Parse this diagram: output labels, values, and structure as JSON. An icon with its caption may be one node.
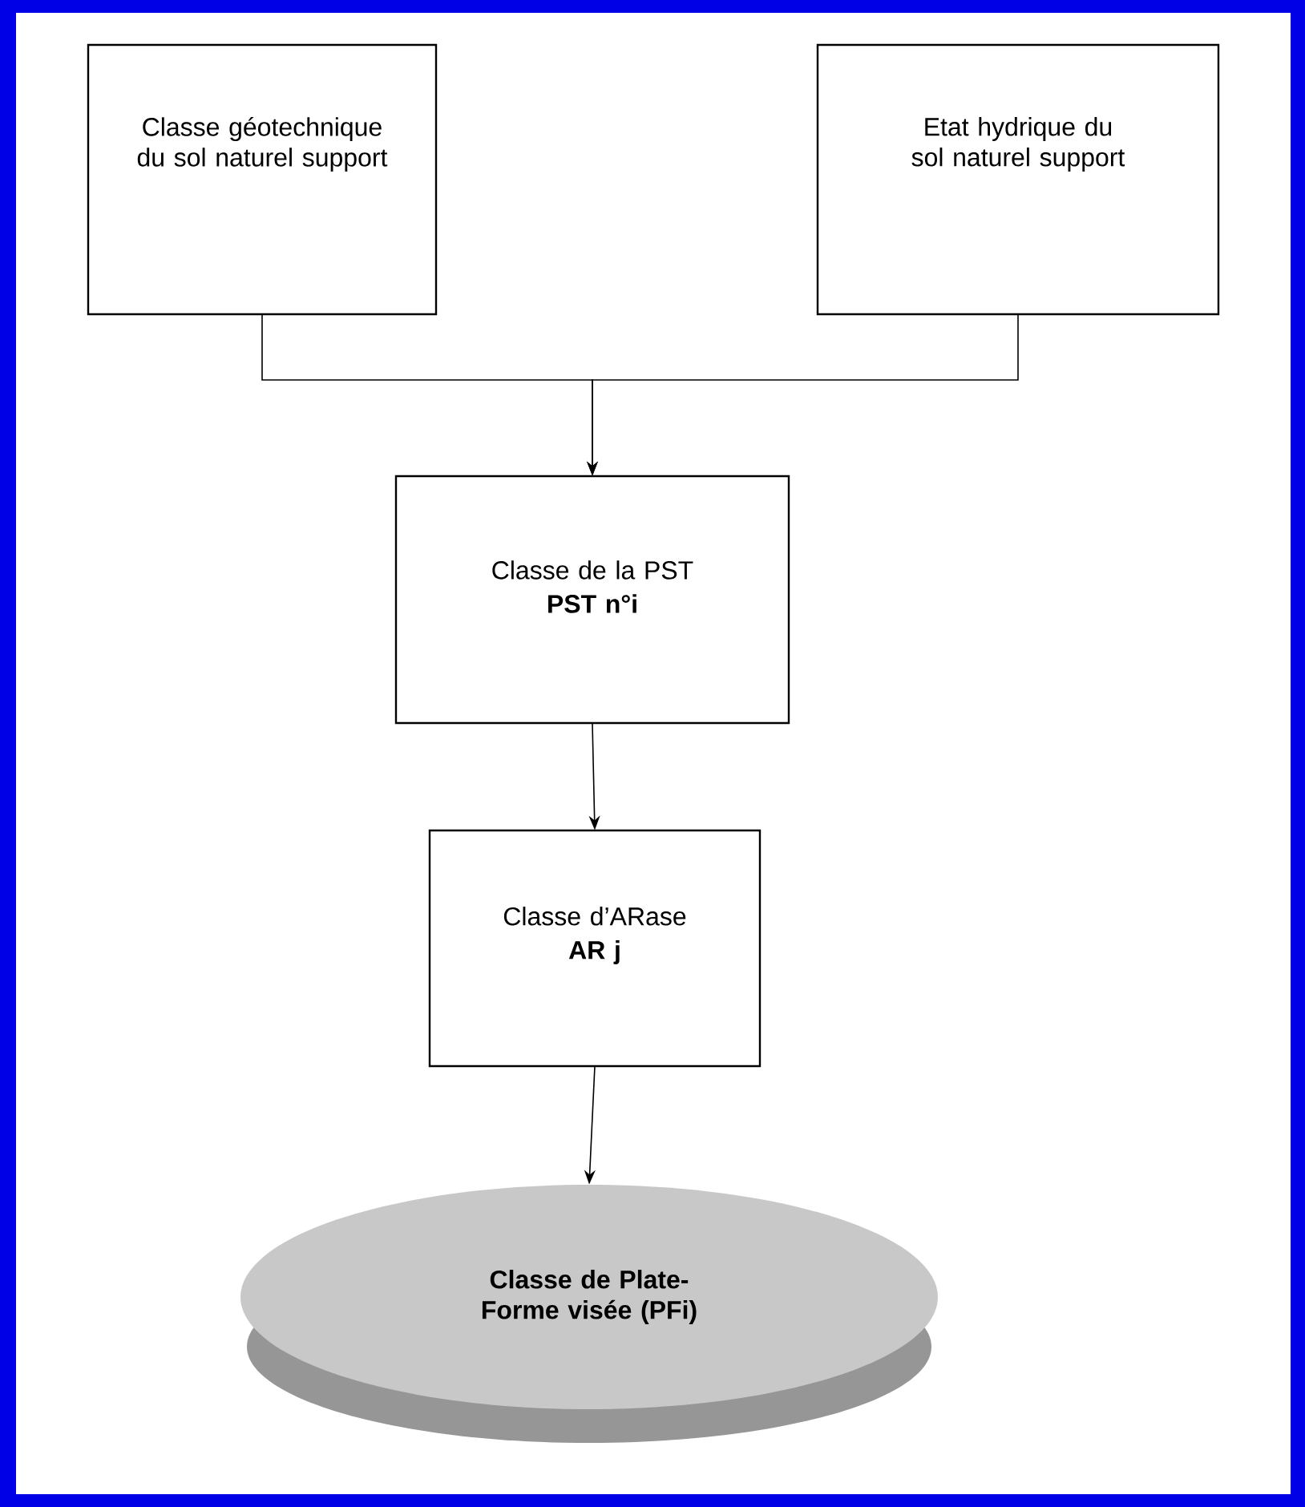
{
  "diagram": {
    "nodes": [
      {
        "text": [
          "Classe géotechnique du sol naturel support"
        ]
      },
      {
        "text": [
          "Etat hydrique du sol naturel support"
        ]
      },
      {
        "text": [
          "Classe de la PST",
          "PST n°i"
        ]
      },
      {
        "text": [
          "Classe d’ARase",
          "AR j"
        ]
      },
      {
        "text": [
          "Classe de Plate-Forme visée (PFi)"
        ]
      }
    ],
    "edges": [
      {
        "from": 0,
        "to": 2,
        "arrow": "to"
      },
      {
        "from": 1,
        "to": 2,
        "arrow": "to"
      },
      {
        "from": 2,
        "to": 3,
        "arrow": "to"
      },
      {
        "from": 3,
        "to": 4,
        "arrow": "to"
      }
    ]
  }
}
